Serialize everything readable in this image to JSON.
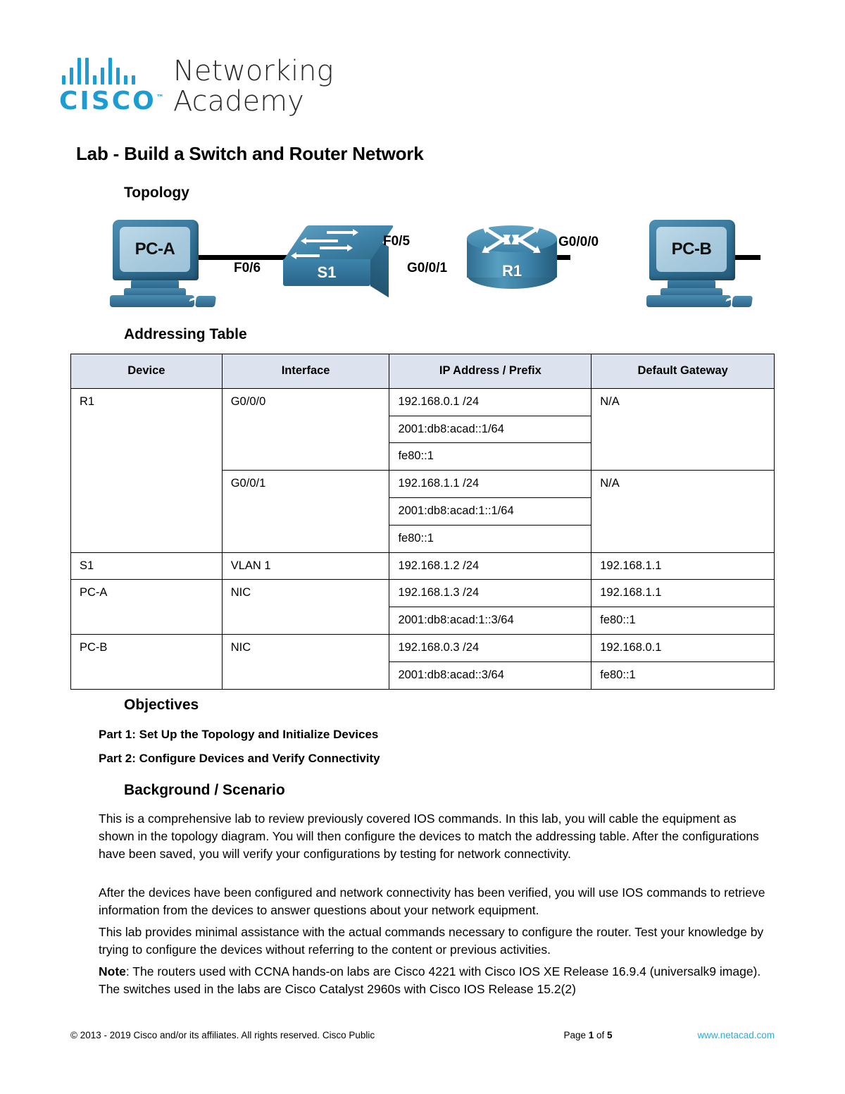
{
  "logo": {
    "brand": "CISCO",
    "trademark": "™",
    "line1": "Networking",
    "line2": "Academy"
  },
  "doc": {
    "title": "Lab - Build a Switch and Router Network"
  },
  "sections": {
    "topology": "Topology",
    "addressing": "Addressing Table",
    "objectives": "Objectives",
    "background": "Background / Scenario"
  },
  "topology_diagram": {
    "pc_a": "PC-A",
    "pc_b": "PC-B",
    "switch": "S1",
    "router": "R1",
    "labels": {
      "f0_6": "F0/6",
      "f0_5": "F0/5",
      "g0_0_1": "G0/0/1",
      "g0_0_0": "G0/0/0"
    }
  },
  "table": {
    "headers": [
      "Device",
      "Interface",
      "IP Address / Prefix",
      "Default Gateway"
    ],
    "rows": {
      "r1": {
        "device": "R1",
        "iface_0": "G0/0/0",
        "ip_0_a": "192.168.0.1 /24",
        "ip_0_b": "2001:db8:acad::1/64",
        "ip_0_c": "fe80::1",
        "gw_0": "N/A",
        "iface_1": "G0/0/1",
        "ip_1_a": "192.168.1.1 /24",
        "ip_1_b": "2001:db8:acad:1::1/64",
        "ip_1_c": "fe80::1",
        "gw_1": "N/A"
      },
      "s1": {
        "device": "S1",
        "iface": "VLAN 1",
        "ip": "192.168.1.2 /24",
        "gw": "192.168.1.1"
      },
      "pc_a": {
        "device": "PC-A",
        "iface": "NIC",
        "ip_a": "192.168.1.3 /24",
        "gw_a": "192.168.1.1",
        "ip_b": "2001:db8:acad:1::3/64",
        "gw_b": "fe80::1"
      },
      "pc_b": {
        "device": "PC-B",
        "iface": "NIC",
        "ip_a": "192.168.0.3 /24",
        "gw_a": "192.168.0.1",
        "ip_b": "2001:db8:acad::3/64",
        "gw_b": "fe80::1"
      }
    }
  },
  "objectives": [
    "Part 1: Set Up the Topology and Initialize Devices",
    "Part 2: Configure Devices and Verify Connectivity"
  ],
  "background": {
    "p1": "This is a comprehensive lab to review previously covered IOS commands. In this lab, you will cable the equipment as shown in the topology diagram. You will then configure the devices to match the addressing table. After the configurations have been saved, you will verify your configurations by testing for network connectivity.",
    "p2": "After the devices have been configured and network connectivity has been verified, you will use IOS commands to retrieve information from the devices to answer questions about your network equipment.",
    "p3": "This lab provides minimal assistance with the actual commands necessary to configure the router. Test your knowledge by trying to configure the devices without referring to the content or previous activities.",
    "note_label": "Note",
    "note_text": ": The routers used with CCNA hands-on labs are Cisco 4221 with Cisco IOS XE Release 16.9.4 (universalk9 image). The switches used in the labs are Cisco Catalyst 2960s with Cisco IOS Release 15.2(2)"
  },
  "footer": {
    "copyright": "© 2013 - 2019 Cisco and/or its affiliates. All rights reserved. Cisco Public",
    "page_prefix": "Page ",
    "page_number": "1",
    "page_middle": " of ",
    "page_total": "5",
    "link": "www.netacad.com"
  },
  "colors": {
    "brand_blue": "#1d9cd3",
    "link_blue": "#29abe2",
    "table_header_bg": "#dce3ee",
    "device_blue": "#3d84ab"
  }
}
